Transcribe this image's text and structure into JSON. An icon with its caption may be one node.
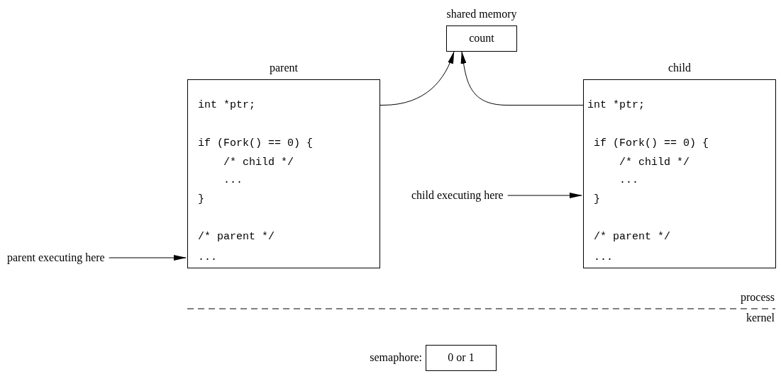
{
  "diagram": {
    "nodes": [
      {
        "text": [
          "shared memory",
          "count"
        ]
      },
      {
        "text": [
          "parent",
          "if (Fork() == 0) {",
          "/* child */",
          "...",
          "}",
          "/* parent */",
          "..."
        ]
      },
      {
        "text": [
          "int *ptr;"
        ],
        "in": 1
      },
      {
        "text": [
          "child",
          "if (Fork() == 0) {",
          "/* child */",
          "...",
          "}",
          "/* parent */",
          "..."
        ]
      },
      {
        "text": [
          "int *ptr;"
        ],
        "in": 3
      },
      {
        "text": [
          "child executing here"
        ]
      },
      {
        "text": [
          "parent executing here"
        ]
      },
      {
        "text": [
          "0 or 1"
        ],
        "beside": [
          "semaphore:"
        ]
      }
    ],
    "edges": [
      {
        "from": 2,
        "to": 0,
        "arrow": "to"
      },
      {
        "from": 4,
        "to": 0,
        "arrow": "to"
      },
      {
        "from": 5,
        "to": 3,
        "arrow": "to"
      },
      {
        "from": 6,
        "to": 1,
        "arrow": "to"
      }
    ],
    "labels": [
      "process",
      "kernel"
    ]
  }
}
